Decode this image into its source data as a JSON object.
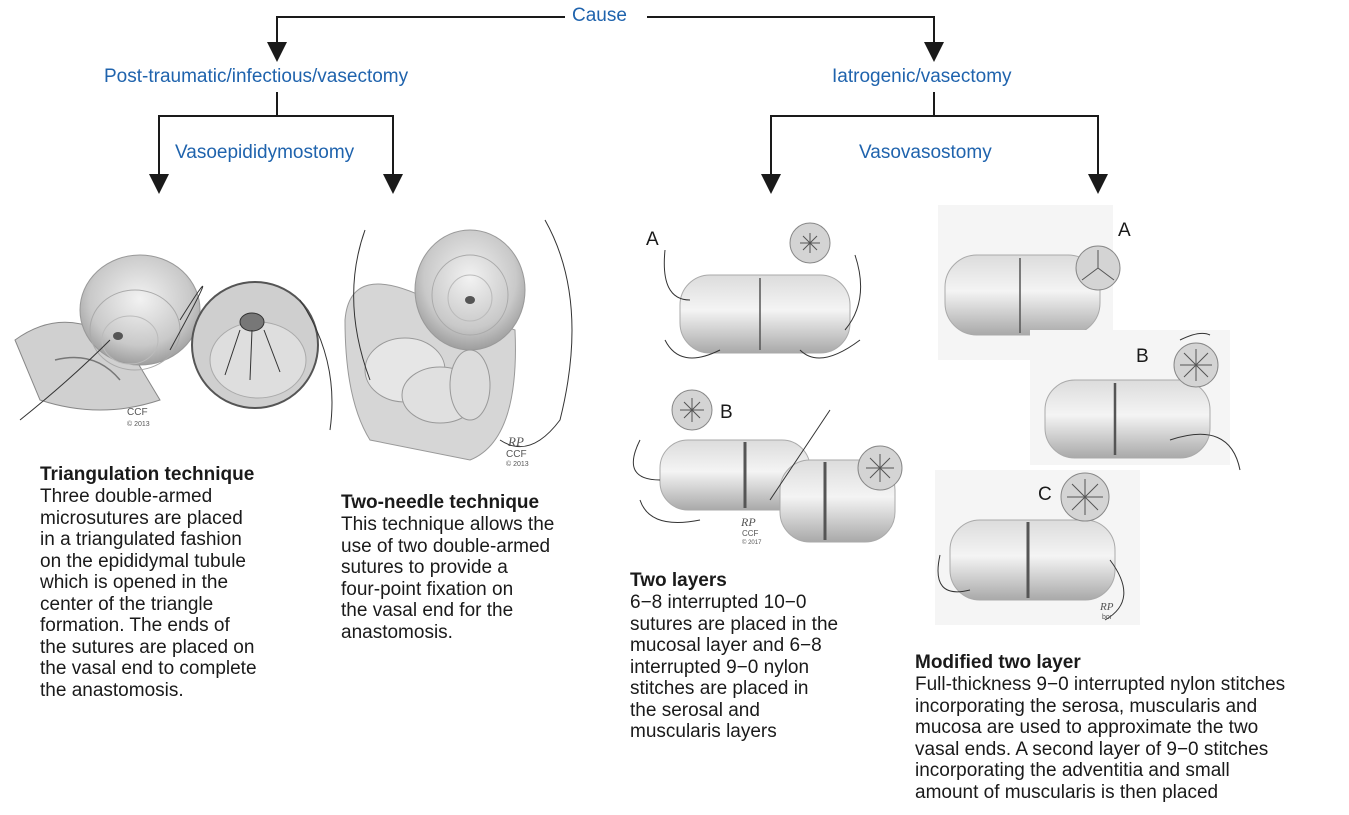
{
  "root": {
    "label": "Cause"
  },
  "branches": [
    {
      "label": "Post-traumatic/infectious/vasectomy",
      "procedure": "Vasoepididymostomy",
      "techniques": [
        {
          "title": "Triangulation technique",
          "body": "Three double-armed microsutures are placed in a triangulated fashion on the epididymal tubule which is opened in the center of the triangle formation. The ends of the sutures are placed on the vasal end to complete the anastomosis.",
          "lines": [
            "Three double-armed",
            "microsutures are placed",
            "in a triangulated fashion",
            "on the epididymal tubule",
            "which is opened in the",
            "center of the triangle",
            "formation. The ends of",
            "the sutures are placed on",
            "the vasal end to complete",
            "the anastomosis."
          ],
          "credit": [
            "CCF",
            "© 2013"
          ]
        },
        {
          "title": "Two-needle technique",
          "body": "This technique allows the use of two double-armed sutures to provide a four-point fixation on the vasal end for the anastomosis.",
          "lines": [
            "This technique allows the",
            "use of two double-armed",
            "sutures to provide a",
            "four-point fixation on",
            "the vasal end for the",
            "anastomosis."
          ],
          "credit": [
            "RP",
            "CCF",
            "© 2013"
          ]
        }
      ]
    },
    {
      "label": "Iatrogenic/vasectomy",
      "procedure": "Vasovasostomy",
      "techniques": [
        {
          "title": "Two layers",
          "body": "6–8 interrupted 10–0 sutures are placed in the mucosal layer and 6–8 interrupted 9–0 nylon stitches are placed in the serosal and muscularis layers",
          "lines": [
            "6−8 interrupted 10−0",
            "sutures are placed in the",
            "mucosal layer and 6−8",
            "interrupted 9−0 nylon",
            "stitches are placed in",
            "the serosal and",
            "muscularis layers"
          ],
          "panel_labels": [
            "A",
            "B"
          ],
          "credit": [
            "RP",
            "CCF",
            "© 2017"
          ]
        },
        {
          "title": "Modified two layer",
          "body": "Full-thickness 9–0 interrupted nylon stitches incorporating the serosa, muscularis and mucosa are used to approximate the two vasal ends. A second layer of 9–0 stitches incorporating the adventitia and small amount of muscularis is then placed",
          "lines": [
            "Full-thickness 9−0 interrupted nylon stitches",
            "incorporating the serosa, muscularis and",
            "mucosa are used to approximate the two",
            "vasal ends. A second layer of 9−0 stitches",
            "incorporating the adventitia and small",
            "amount of muscularis is then placed"
          ],
          "panel_labels": [
            "A",
            "B",
            "C"
          ],
          "credit": [
            "RP",
            "bor"
          ]
        }
      ]
    }
  ],
  "colors": {
    "label_blue": "#1f63ad",
    "line": "#1a1a1a",
    "text": "#1a1a1a",
    "illustration_gray": "#b8b8b8"
  }
}
